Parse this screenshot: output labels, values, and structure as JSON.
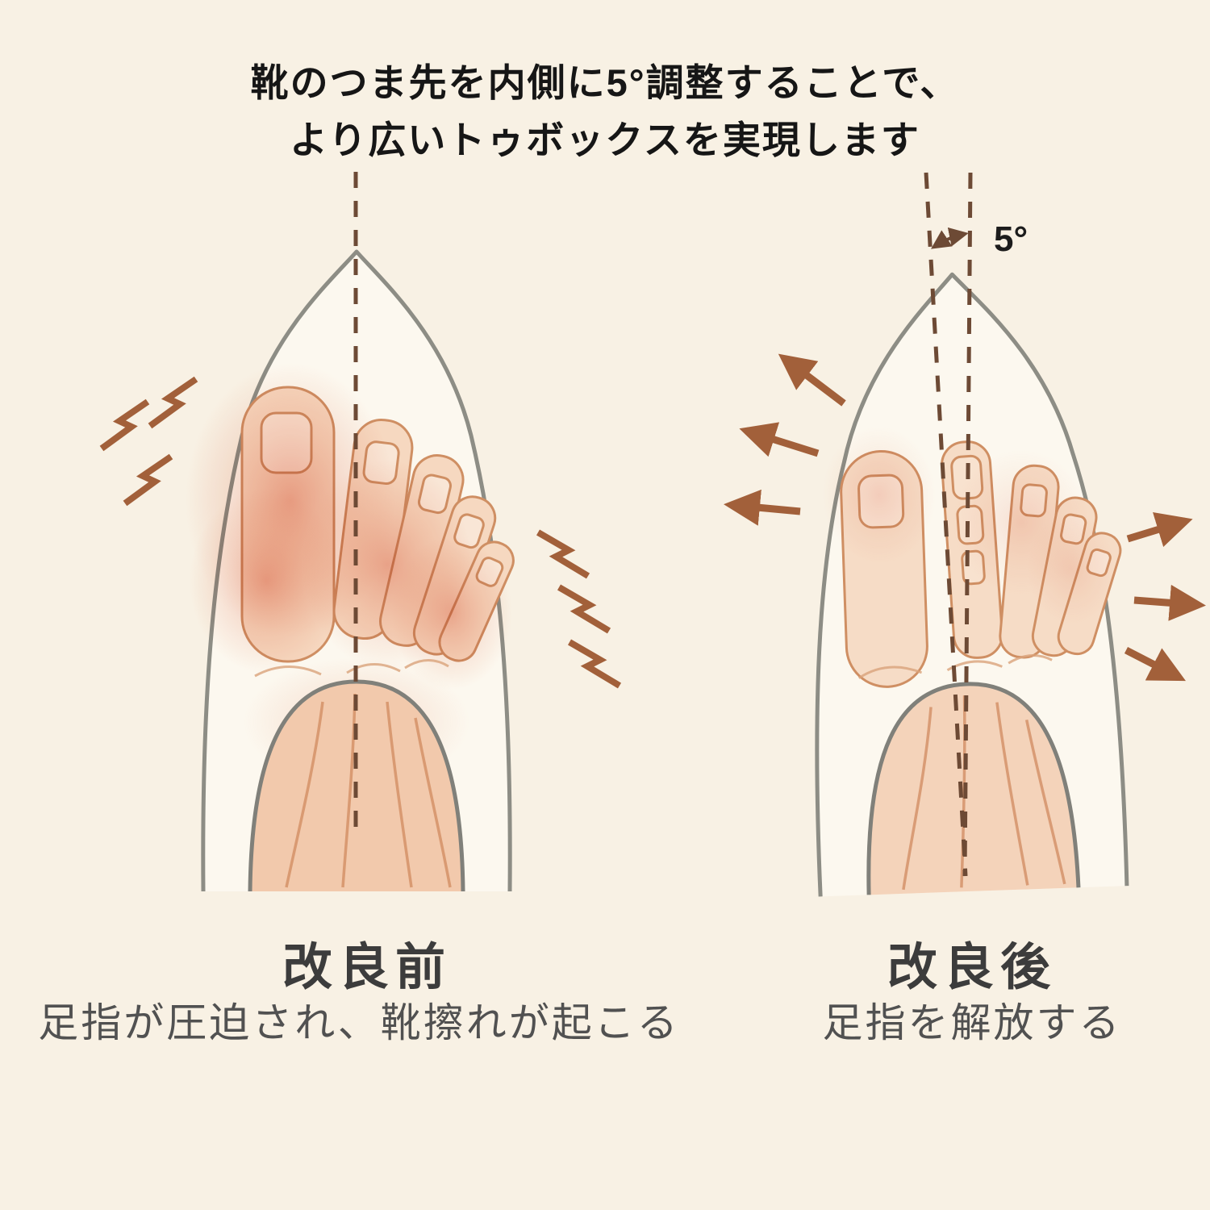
{
  "title": {
    "line1": "靴のつま先を内側に5°調整することで、",
    "line2": "より広いトゥボックスを実現します"
  },
  "figures": {
    "before": {
      "label": "改良前",
      "description": "足指が圧迫され、靴擦れが起こる"
    },
    "after": {
      "label": "改良後",
      "description": "足指を解放する",
      "angle": "5°"
    }
  },
  "colors": {
    "background": "#f8f1e4",
    "shoe_outline": "#8d8d85",
    "shoe_fill": "#fcf8ef",
    "skin": "#f4d0b5",
    "pressure_red": "#dd5f43",
    "dashed_line": "#6d4a35",
    "friction_marks": "#a2603a",
    "arrows": "#a2603a",
    "text_dark": "#161616",
    "label_gray": "#3c3c3c"
  }
}
